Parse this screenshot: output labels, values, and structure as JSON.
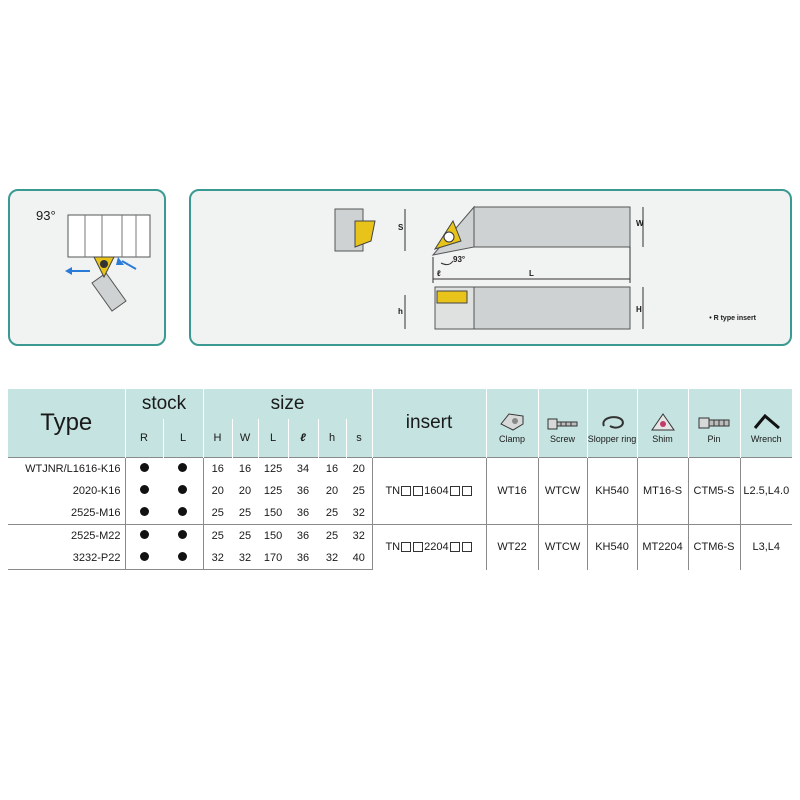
{
  "figure": {
    "angle": "93°",
    "dims": {
      "s": "S",
      "w": "W",
      "l": "L",
      "h_small": "h",
      "h_big": "H",
      "angle": "93°",
      "ell": "ℓ"
    },
    "note": "• R type insert",
    "colors": {
      "panel_border": "#3a9a92",
      "panel_bg": "#f1f2f2",
      "insert": "#e8c31a",
      "arrow": "#2a7bd8"
    }
  },
  "table": {
    "headers": {
      "type": "Type",
      "stock": "stock",
      "size": "size",
      "insert": "insert",
      "stock_cols": [
        "R",
        "L"
      ],
      "size_cols": [
        "H",
        "W",
        "L",
        "ℓ",
        "h",
        "s"
      ],
      "accessories": [
        {
          "label": "Clamp",
          "icon": "clamp-icon"
        },
        {
          "label": "Screw",
          "icon": "screw-icon"
        },
        {
          "label": "Slopper ring",
          "icon": "ring-icon"
        },
        {
          "label": "Shim",
          "icon": "shim-icon"
        },
        {
          "label": "Pin",
          "icon": "pin-icon"
        },
        {
          "label": "Wrench",
          "icon": "wrench-icon"
        }
      ]
    },
    "groups": [
      {
        "insert": {
          "prefix": "TN",
          "code": "1604"
        },
        "clamp": "WT16",
        "screw": "WTCW",
        "ring": "KH540",
        "shim": "MT16-S",
        "pin": "CTM5-S",
        "wrench": "L2.5,L4.0",
        "rows": [
          {
            "type": "WTJNR/L1616-K16",
            "R": true,
            "L": true,
            "H": "16",
            "W": "16",
            "L_len": "125",
            "ell": "34",
            "h": "16",
            "s": "20"
          },
          {
            "type": "2020-K16",
            "R": true,
            "L": true,
            "H": "20",
            "W": "20",
            "L_len": "125",
            "ell": "36",
            "h": "20",
            "s": "25"
          },
          {
            "type": "2525-M16",
            "R": true,
            "L": true,
            "H": "25",
            "W": "25",
            "L_len": "150",
            "ell": "36",
            "h": "25",
            "s": "32"
          }
        ]
      },
      {
        "insert": {
          "prefix": "TN",
          "code": "2204"
        },
        "clamp": "WT22",
        "screw": "WTCW",
        "ring": "KH540",
        "shim": "MT2204",
        "pin": "CTM6-S",
        "wrench": "L3,L4",
        "rows": [
          {
            "type": "2525-M22",
            "R": true,
            "L": true,
            "H": "25",
            "W": "25",
            "L_len": "150",
            "ell": "36",
            "h": "25",
            "s": "32"
          },
          {
            "type": "3232-P22",
            "R": true,
            "L": true,
            "H": "32",
            "W": "32",
            "L_len": "170",
            "ell": "36",
            "h": "32",
            "s": "40"
          }
        ]
      }
    ]
  }
}
